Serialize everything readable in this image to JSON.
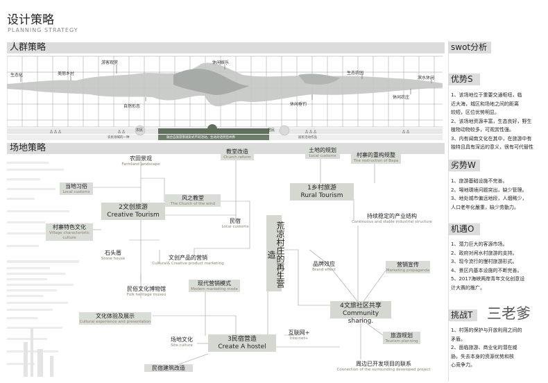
{
  "title": "设计策略",
  "subtitle": "PLANNING STRATEGY",
  "crowd": {
    "header": "人群策略",
    "top_labels": [
      "生态化",
      "美丽乡村",
      "游客观赏",
      "休闲娱乐",
      "生态农园",
      "滨水休闲"
    ],
    "bottom_labels": [
      "自然形态",
      "休闲垂钓",
      "休闲农庄"
    ],
    "bar_labels": [
      "农民",
      "融合旅游者",
      "居民"
    ],
    "bar_captions": [
      "农民领域的一种",
      "融合自旅游景观形式不同活动，生动对话然后共养",
      "居民活动作品"
    ]
  },
  "site": {
    "header": "场地策略",
    "center_title": "荒凉村庄的再生营造",
    "boxes": [
      {
        "zh": "2文创旅游",
        "en": "Creative Tourism"
      },
      {
        "zh": "1乡村旅游",
        "en": "Rural Tourism"
      },
      {
        "zh": "4文旅社区共享",
        "en": "Community sharing."
      },
      {
        "zh": "3民宿营造",
        "en": "Create A hostel"
      }
    ],
    "nodes": [
      {
        "zh": "农田景观",
        "en": "Farmland landscape"
      },
      {
        "zh": "当地习俗",
        "en": "Local customs"
      },
      {
        "zh": "风之教堂",
        "en": "The Church of the wind"
      },
      {
        "zh": "村寨特色文化",
        "en": "Village characteristic culture"
      },
      {
        "zh": "石头厝",
        "en": "Stone house"
      },
      {
        "zh": "文创产品的营销",
        "en": "Cultural& Creative product marketing"
      },
      {
        "zh": "民俗文化博物馆",
        "en": "Folk heritage museu"
      },
      {
        "zh": "现代营销模式",
        "en": "Modern marketing mode"
      },
      {
        "zh": "文化体验及展示",
        "en": "Cultural experience and presentation"
      },
      {
        "zh": "场地文化",
        "en": "Site culture"
      },
      {
        "zh": "民宿建筑改造",
        "en": ""
      },
      {
        "zh": "教堂改造",
        "en": "Church reform"
      },
      {
        "zh": "民宿",
        "en": "Local customs"
      },
      {
        "zh": "土地的规划",
        "en": "Local customs"
      },
      {
        "zh": "村寨的重构规整",
        "en": "The restruction of Bapa"
      },
      {
        "zh": "持续稳定的产业结构",
        "en": "Continuous and stable industrial structure"
      },
      {
        "zh": "品牌效应",
        "en": "Brand effect"
      },
      {
        "zh": "营销宣传",
        "en": "Marketing propaganda"
      },
      {
        "zh": "互联网+",
        "en": "Internet+"
      },
      {
        "zh": "旅游规划",
        "en": "Tourism planning"
      },
      {
        "zh": "周边已开发项目的联系",
        "en": "Connection of the surrounding developed project"
      }
    ]
  },
  "swot": {
    "header": "swot分析",
    "s": {
      "title": "优势S",
      "items": [
        "1、该场地位于重要交通枢纽，临",
        "   近大海，城区和场地之间的距离",
        "   较短，区位优势明显。",
        "2、该场地资源丰富，生态良好，野生",
        "   植物动物较多，可观赏性强。",
        "3、内有闻南文化在其中，在旅游中有",
        "   独特且具有深远的意义，很有可代替性"
      ]
    },
    "w": {
      "title": "劣势W",
      "items": [
        "1、旅游基础设施不完善。",
        "2、場地環境问题突出，缺少管理。",
        "3、地处城市偏远地段，人烟稀少，",
        "   人口老年化嚴重，缺少劳動力。"
      ]
    },
    "o": {
      "title": "机遇O",
      "items": [
        "1、潜力巨大的客源市场。",
        "2、政府对闲水村旅游的支持。",
        "3、现今流行的慢村旅游形式。",
        "4、景区内基本设施的不断完善。",
        "5、2017海峡两岸青年文化创意设",
        "   计大赛的推广。"
      ]
    },
    "t": {
      "title": "挑战T",
      "items": [
        "1、村落的保护与开放利用之间的",
        "   矛盾。",
        "2、面临旅游、商业化的潜在威",
        "   胁。失去本身的资源优势和核",
        "   心竞争力。"
      ]
    }
  },
  "watermark": "三老爹"
}
